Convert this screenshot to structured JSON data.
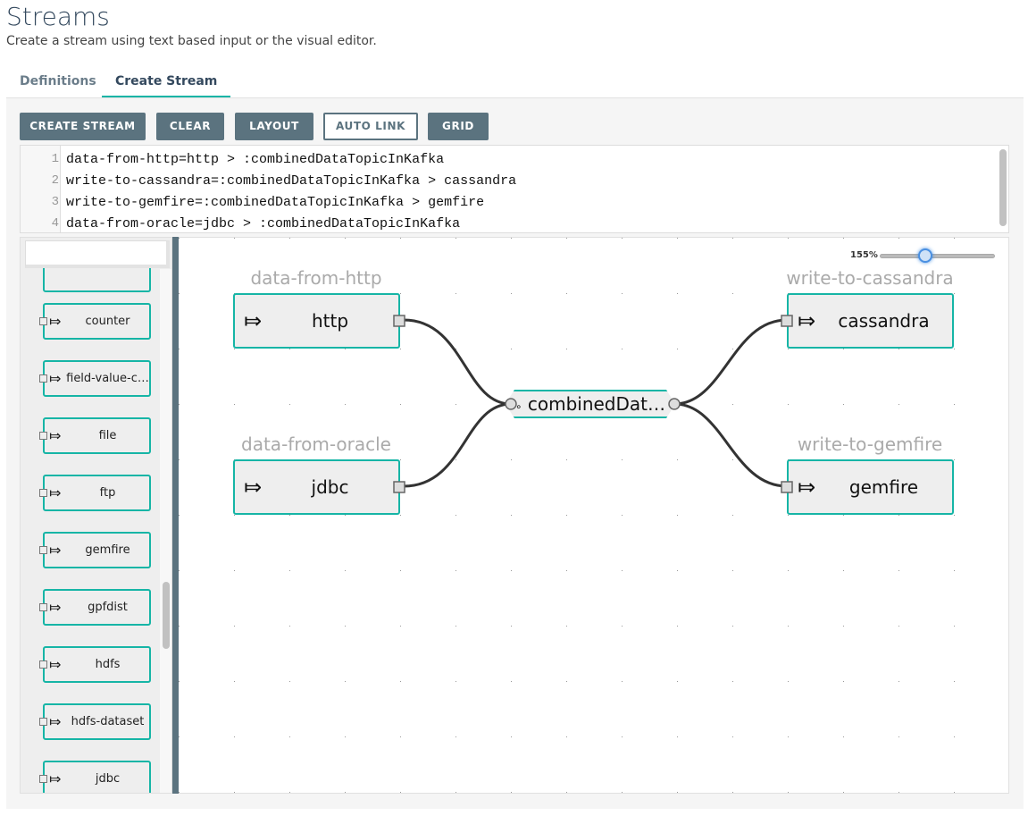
{
  "header": {
    "title": "Streams",
    "subtitle": "Create a stream using text based input or the visual editor."
  },
  "tabs": [
    {
      "label": "Definitions",
      "active": false
    },
    {
      "label": "Create Stream",
      "active": true
    }
  ],
  "toolbar": {
    "create_stream": "CREATE STREAM",
    "clear": "CLEAR",
    "layout": "LAYOUT",
    "auto_link": "AUTO LINK",
    "grid": "GRID"
  },
  "editor": {
    "lines": [
      {
        "n": "1",
        "text": "data-from-http=http > :combinedDataTopicInKafka"
      },
      {
        "n": "2",
        "text": "write-to-cassandra=:combinedDataTopicInKafka > cassandra"
      },
      {
        "n": "3",
        "text": "write-to-gemfire=:combinedDataTopicInKafka > gemfire"
      },
      {
        "n": "4",
        "text": "data-from-oracle=jdbc > :combinedDataTopicInKafka"
      }
    ]
  },
  "palette": {
    "search_value": "",
    "items": [
      "counter",
      "field-value-c…",
      "file",
      "ftp",
      "gemfire",
      "gpfdist",
      "hdfs",
      "hdfs-dataset",
      "jdbc"
    ],
    "icon": "⤇"
  },
  "canvas": {
    "zoom_label": "155%",
    "zoom_percent": 155,
    "nodes": {
      "http": {
        "name": "data-from-http",
        "app": "http"
      },
      "jdbc": {
        "name": "data-from-oracle",
        "app": "jdbc"
      },
      "cassandra": {
        "name": "write-to-cassandra",
        "app": "cassandra"
      },
      "gemfire": {
        "name": "write-to-gemfire",
        "app": "gemfire"
      },
      "destination": {
        "label": "combinedDat…"
      }
    }
  },
  "colors": {
    "accent": "#16b5a6",
    "toolbar": "#5b737f"
  }
}
